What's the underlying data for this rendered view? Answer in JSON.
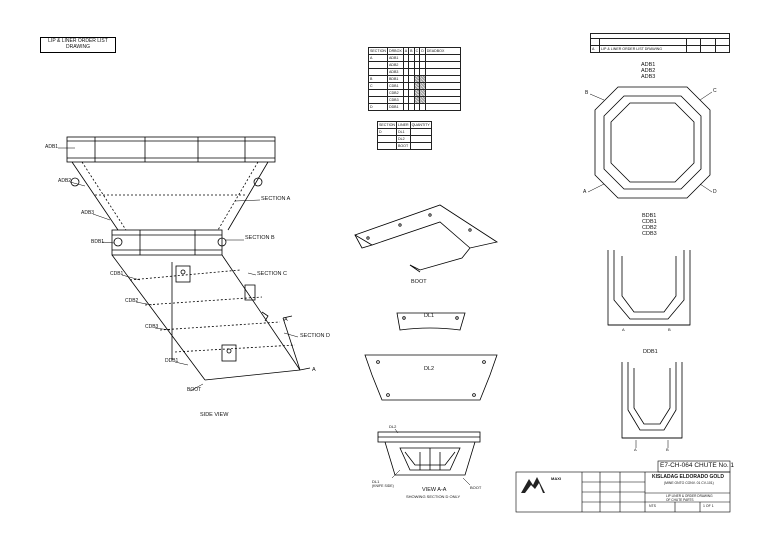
{
  "sheet_title": [
    "LIP & LINER ORDER LIST",
    "DRAWING"
  ],
  "revision_table": {
    "rows": [
      [
        "A",
        "LIP & LINER ORDER LIST DRAWING",
        "",
        "",
        ""
      ]
    ]
  },
  "side_view": {
    "title": "SIDE VIEW",
    "section_labels": [
      "SECTION A",
      "SECTION B",
      "SECTION C",
      "SECTION D"
    ],
    "part_callouts": [
      "ADB1",
      "ADB2",
      "ADB3",
      "BDB1",
      "CDB1",
      "CDB2",
      "CDB3",
      "DDB1",
      "BOOT"
    ],
    "section_marker": "A"
  },
  "section_table": {
    "headers": [
      "SECTION",
      "DRBOX",
      "A",
      "B",
      "C",
      "D",
      "DEADBOX"
    ],
    "rows": [
      [
        "A",
        "ADB1",
        "",
        "",
        "",
        "",
        ""
      ],
      [
        "",
        "ADB2",
        "",
        "",
        "",
        "",
        ""
      ],
      [
        "",
        "ADB3",
        "",
        "",
        "",
        "",
        ""
      ],
      [
        "B",
        "BDB1",
        "",
        "",
        "",
        "",
        ""
      ],
      [
        "C",
        "CDB1",
        "",
        "",
        "",
        "",
        ""
      ],
      [
        "",
        "CDB2",
        "",
        "",
        "",
        "",
        ""
      ],
      [
        "",
        "CDB3",
        "",
        "",
        "",
        "",
        ""
      ],
      [
        "D",
        "DDB1",
        "",
        "",
        "",
        "",
        ""
      ]
    ]
  },
  "liner_table": {
    "headers": [
      "SECTION",
      "LINER",
      "QUANTITY"
    ],
    "rows": [
      [
        "D",
        "DL1",
        ""
      ],
      [
        "",
        "DL2",
        ""
      ],
      [
        "",
        "BOOT",
        ""
      ]
    ]
  },
  "parts": {
    "boot": "BOOT",
    "dl1": "DL1",
    "dl2": "DL2",
    "view_aa": "VIEW A-A",
    "view_aa_note": "SHOWING SECTION D ONLY",
    "view_dl2": "DL2",
    "view_dl1": "DL1",
    "view_dl1_note": "(KNIFE SIDE)",
    "view_boot": "BOOT"
  },
  "section_views": {
    "a_labels": [
      "ADB1",
      "ADB2",
      "ADB3"
    ],
    "a_corners": [
      "B",
      "C",
      "A",
      "D"
    ],
    "bc_labels": [
      "BDB1",
      "CDB1",
      "CDB2",
      "CDB3"
    ],
    "bc_corners": [
      "A",
      "B"
    ],
    "d_label": "DDB1",
    "d_corners": [
      "A",
      "B"
    ]
  },
  "title_block": {
    "drawing_number": "E7-CH-064 CHUTE No. 1",
    "company": "KISLADAG ELDORADO GOLD",
    "subtitle": "(MINE ONTO CONV. 01 CV-101)",
    "description": [
      "LIP LINER & ORDER DRAWING",
      "OF CHUTE PARTS"
    ],
    "logo_text": "MAXI",
    "scale": "NTS",
    "sheet": "1 OF 1"
  }
}
